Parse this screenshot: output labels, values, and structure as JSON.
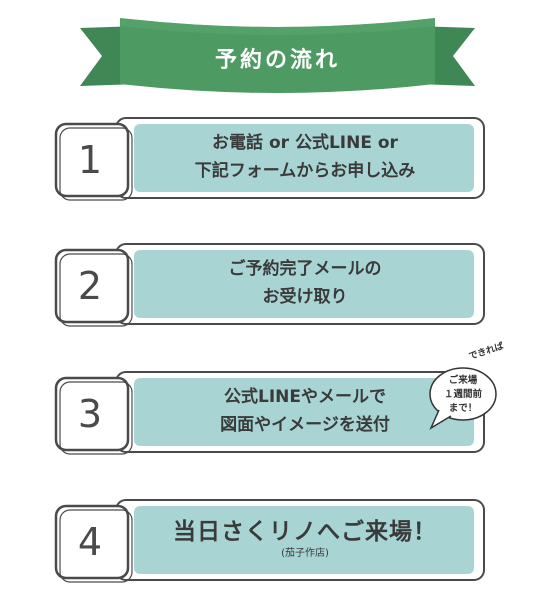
{
  "banner": {
    "title": "予約の流れ",
    "color": "#4d9a63"
  },
  "steps": [
    {
      "number": "1",
      "lines": [
        "お電話 or 公式LINE or",
        "下記フォームからお申し込み"
      ]
    },
    {
      "number": "2",
      "lines": [
        "ご予約完了メールの",
        "お受け取り"
      ]
    },
    {
      "number": "3",
      "lines": [
        "公式LINEやメールで",
        "図面やイメージを送付"
      ]
    },
    {
      "number": "4",
      "lines": [
        "当日さくリノへご来場！"
      ],
      "note": "(茄子作店)"
    }
  ],
  "bubble": {
    "arc": "できれば",
    "lines": [
      "ご来場",
      "１週間前",
      "まで！"
    ]
  },
  "colors": {
    "box_fill": "#a9d4d4",
    "outline": "#4a4a4a",
    "banner": "#4d9a63"
  }
}
